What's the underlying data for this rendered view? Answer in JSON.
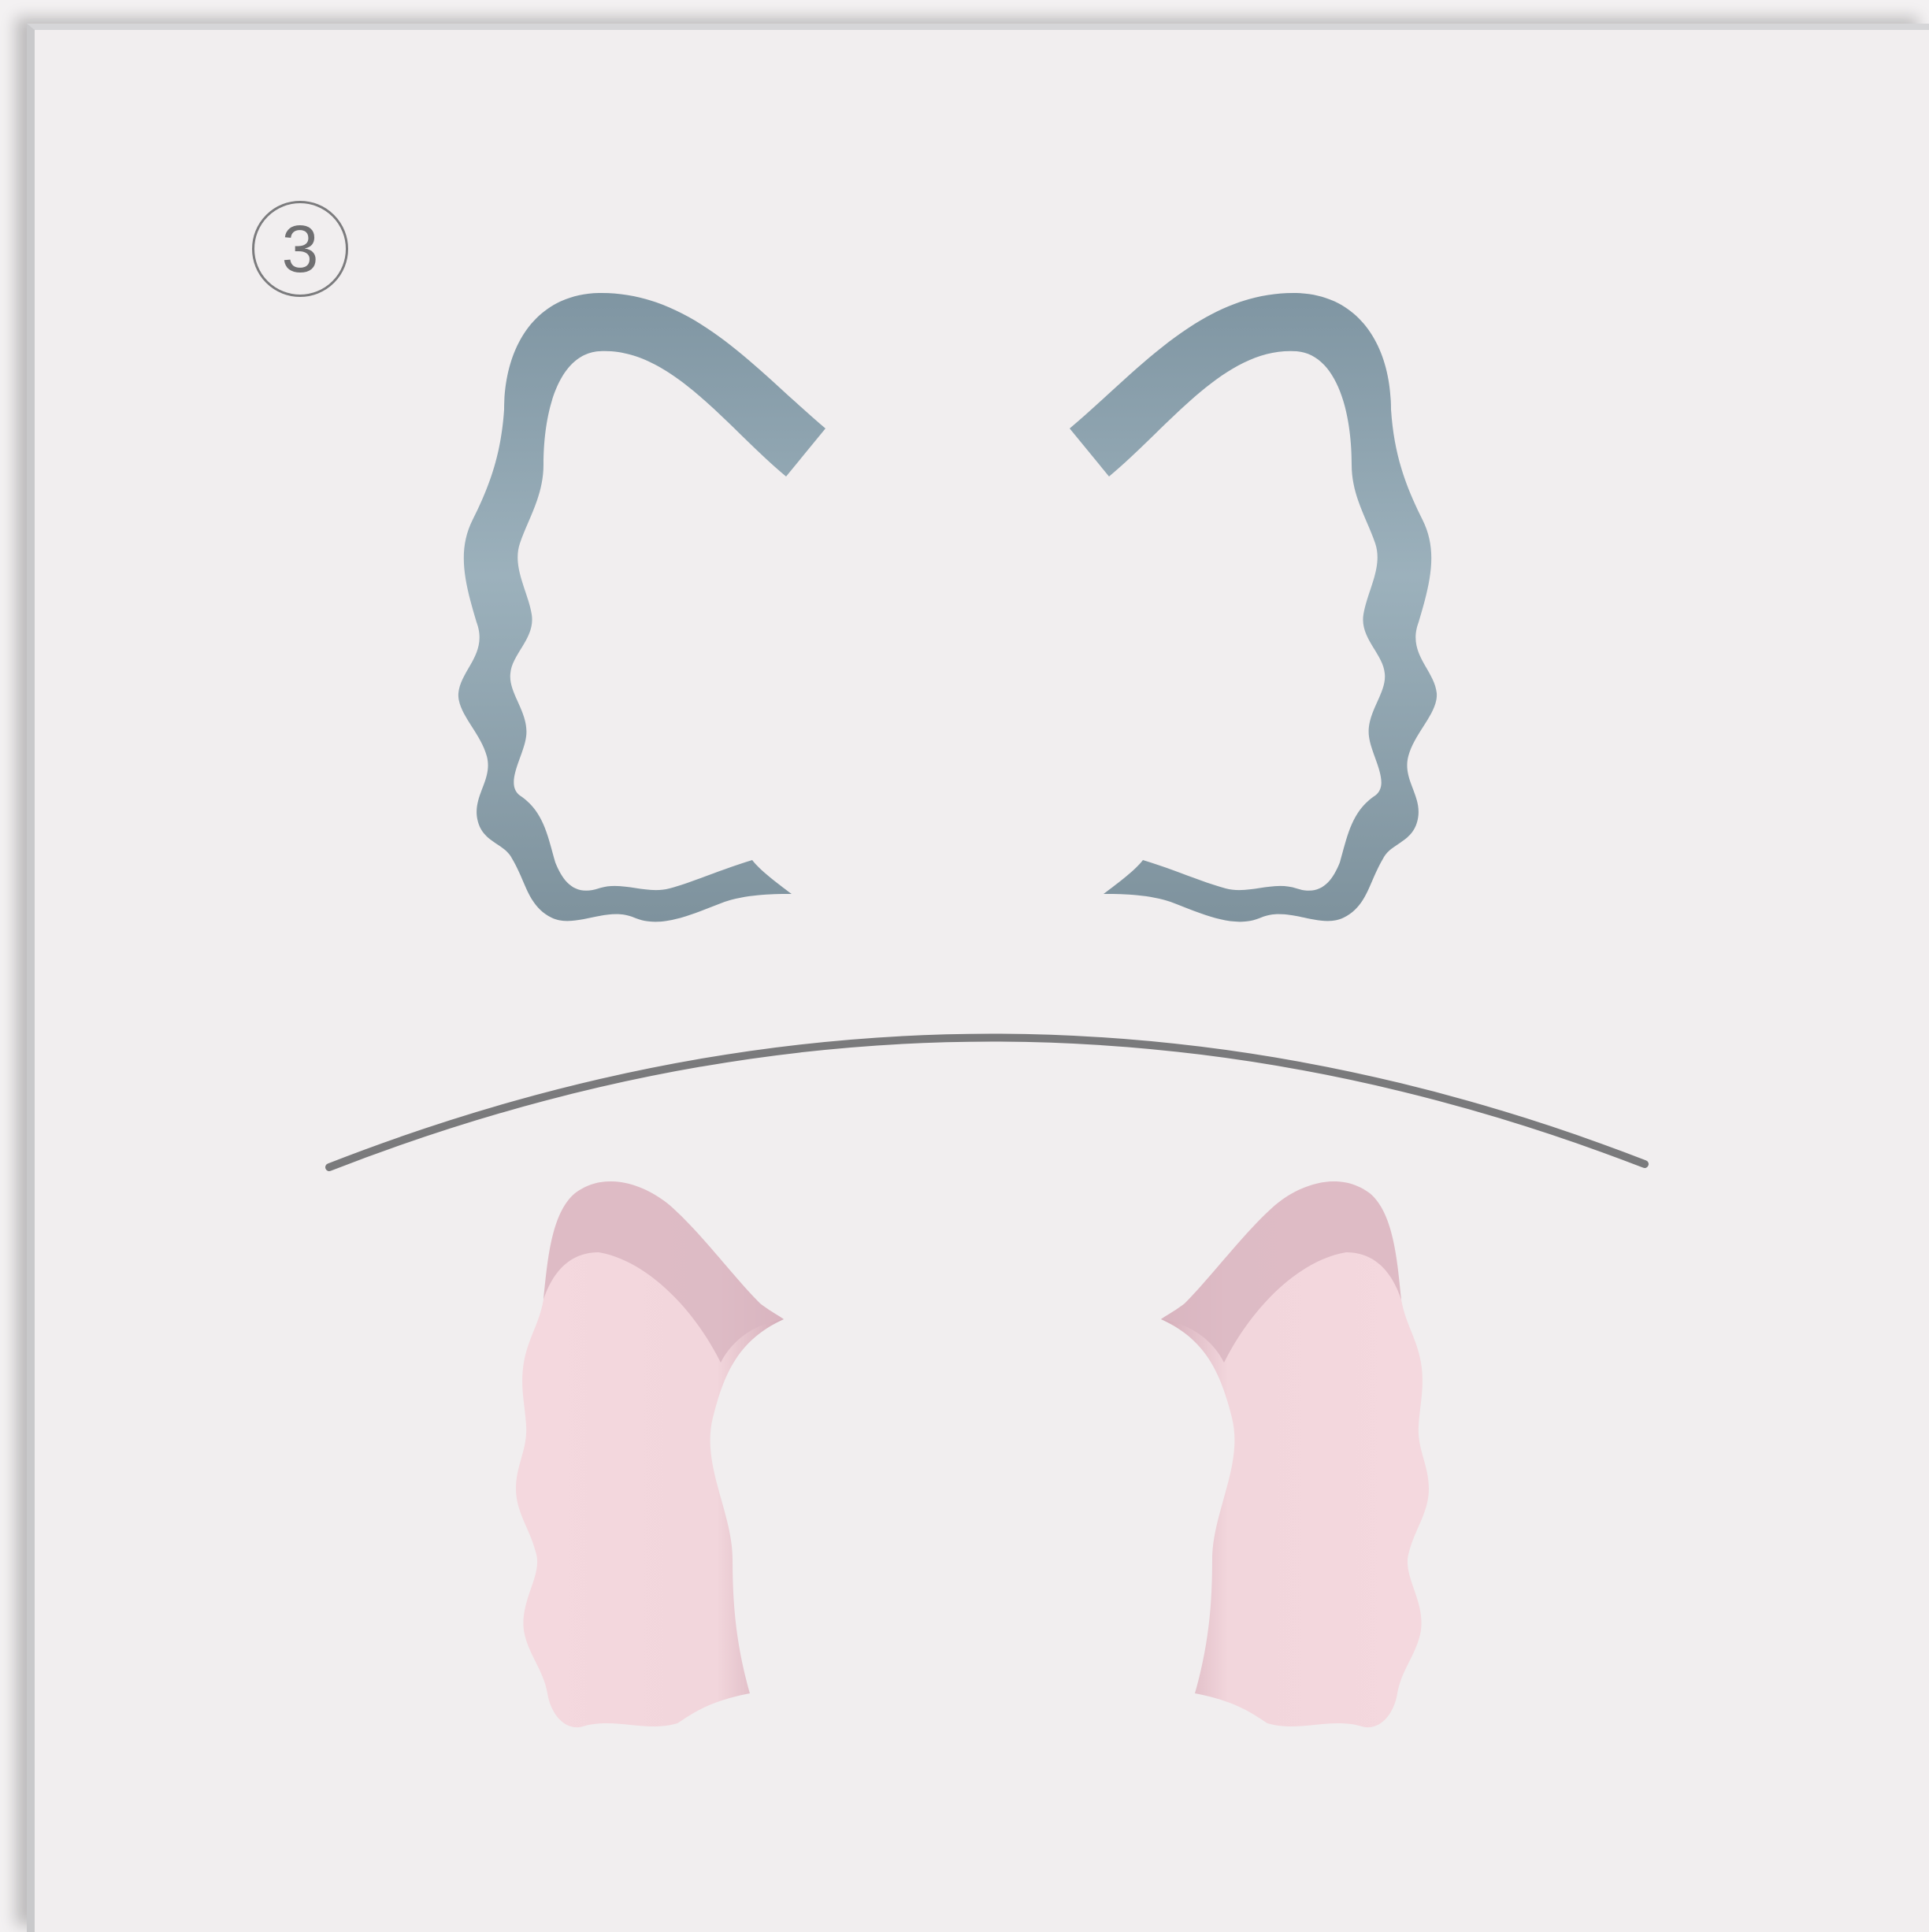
{
  "diagram": {
    "step_number": "3",
    "colors": {
      "background": "#f1eeef",
      "frame_shadow": "#c9c9cb",
      "ear_outline": "#8fa4b0",
      "ear_outline_dark": "#7b8e99",
      "inner_ear": "#f1d4da",
      "inner_ear_shadow": "#d6b3bd",
      "guide_curve": "#7a7a7c",
      "badge_stroke": "#7b7b7d"
    },
    "icons": {
      "step_badge": "circled-digit",
      "left_ear_outline": "cat-ear-outline-left",
      "right_ear_outline": "cat-ear-outline-right",
      "left_inner_ear": "inner-ear-pink-left",
      "right_inner_ear": "inner-ear-pink-right",
      "guide_curve": "arc-line"
    }
  }
}
